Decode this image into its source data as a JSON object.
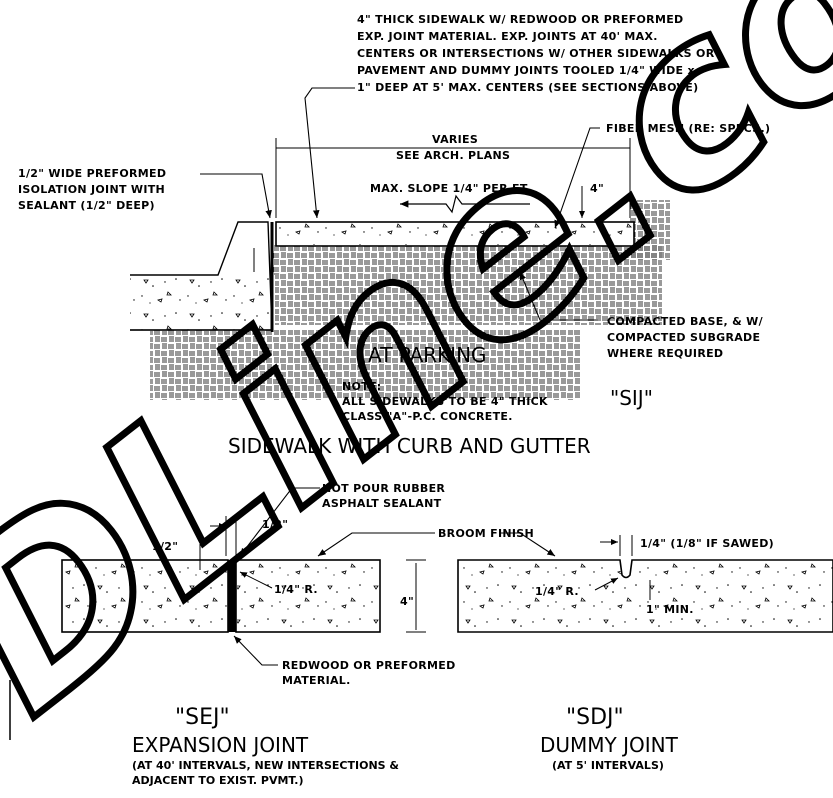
{
  "top_note": [
    "4\" THICK SIDEWALK W/ REDWOOD OR PREFORMED",
    "EXP. JOINT MATERIAL. EXP. JOINTS AT 40' MAX.",
    "CENTERS OR INTERSECTIONS W/ OTHER SIDEWALKS OR",
    "PAVEMENT AND DUMMY JOINTS TOOLED 1/4\" WIDE x",
    "1\" DEEP AT 5' MAX. CENTERS (SEE SECTIONS ABOVE)"
  ],
  "varies": "VARIES",
  "see_arch": "SEE ARCH. PLANS",
  "fiber_mesh": "FIBER MESH (RE: SPECS.)",
  "isolation_joint": [
    "1/2\" WIDE PREFORMED",
    "ISOLATION JOINT WITH",
    "SEALANT (1/2\" DEEP)"
  ],
  "max_slope": "MAX. SLOPE 1/4\" PER FT.",
  "dim_4in": "4\"",
  "compacted_base": [
    "COMPACTED BASE, & W/",
    "COMPACTED SUBGRADE",
    "WHERE REQUIRED"
  ],
  "at_parking": "AT PARKING",
  "note_block": [
    "NOTE:",
    "ALL SIDEWALKS TO BE 4\" THICK",
    "CLASS \"A\"-P.C. CONCRETE."
  ],
  "sij": "\"SIJ\"",
  "section_title": "SIDEWALK WITH CURB AND GUTTER",
  "hot_pour": [
    "HOT POUR RUBBER",
    "ASPHALT SEALANT"
  ],
  "half_inch": "1/2\"",
  "broom_finish": "BROOM FINISH",
  "quarter_note": "1/4\" (1/8\" IF SAWED)",
  "quarter_r": "1/4\" R.",
  "four_in": "4\"",
  "one_min": "1\" MIN.",
  "redwood": [
    "REDWOOD OR PREFORMED",
    "MATERIAL."
  ],
  "sej": "\"SEJ\"",
  "expansion_joint": "EXPANSION JOINT",
  "exp_sub": [
    "(AT 40' INTERVALS, NEW INTERSECTIONS &",
    "ADJACENT TO EXIST. PVMT.)"
  ],
  "sdj": "\"SDJ\"",
  "dummy_joint": "DUMMY JOINT",
  "dummy_sub": "(AT 5' INTERVALS)",
  "watermark": "DLine.com",
  "colors": {
    "ink": "#000000",
    "paper": "#ffffff"
  }
}
